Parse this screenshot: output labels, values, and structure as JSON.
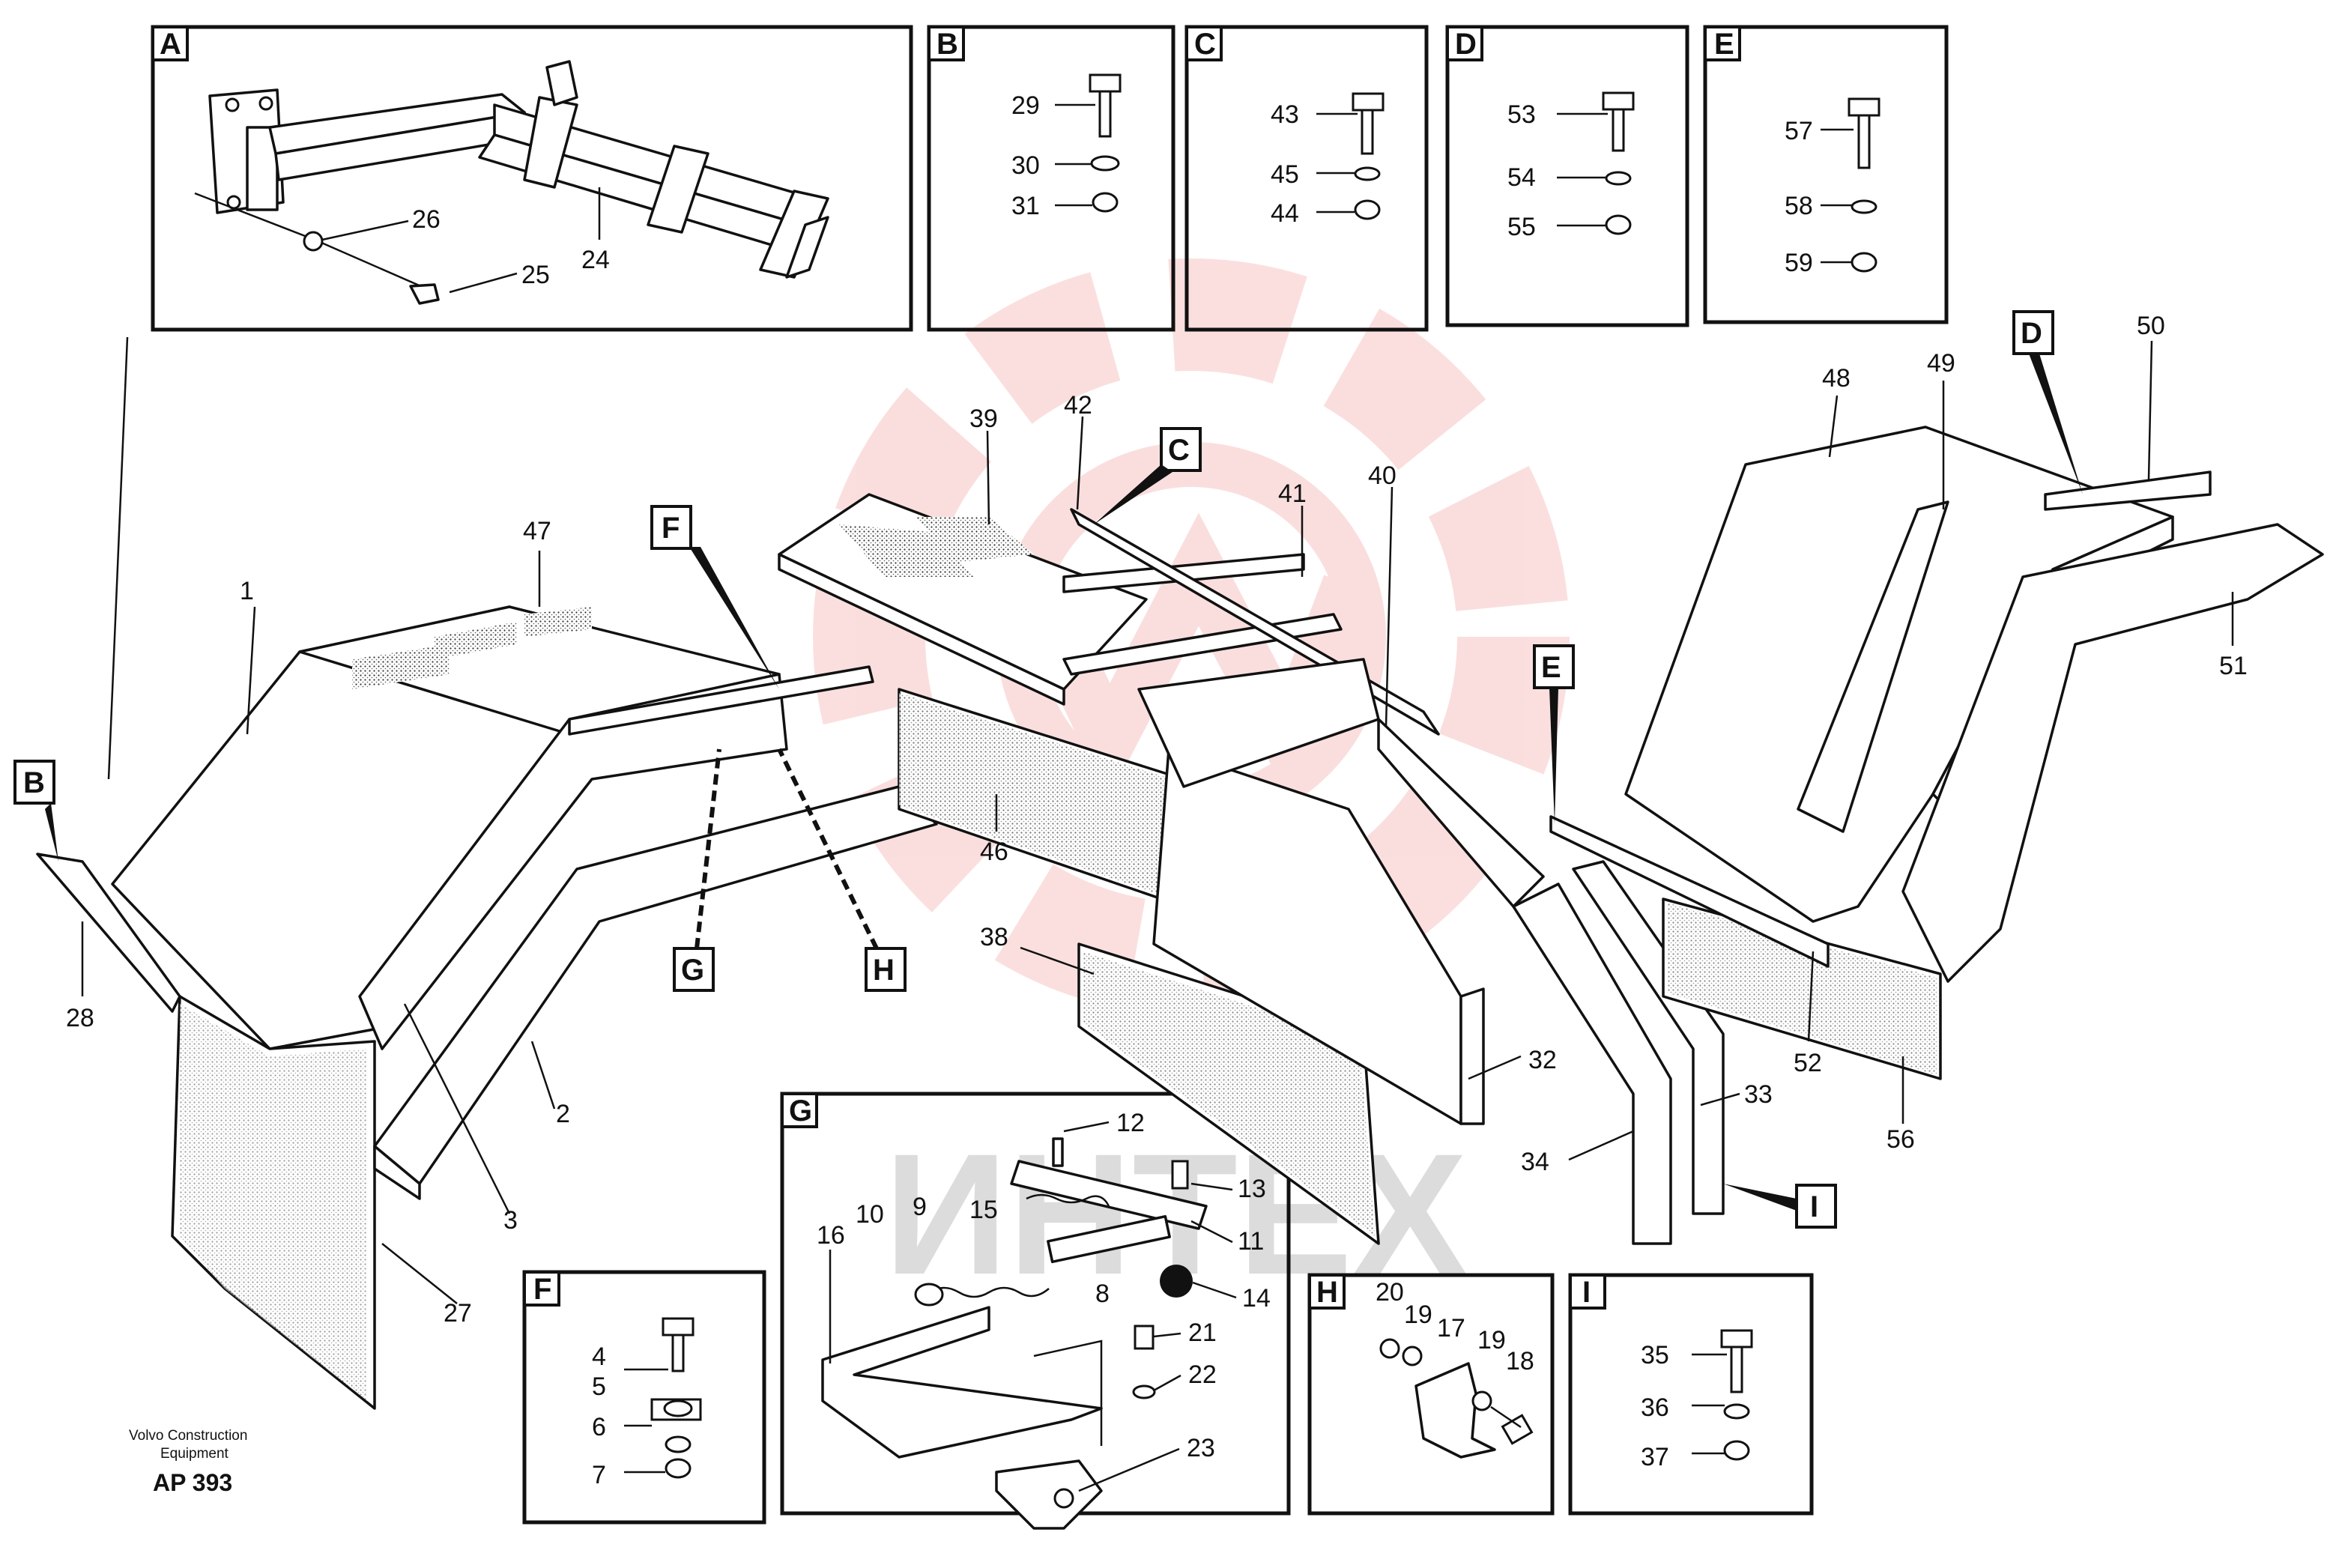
{
  "footer": {
    "manufacturer_line1": "Volvo Construction",
    "manufacturer_line2": "Equipment",
    "code": "AP 393"
  },
  "watermark": {
    "text": "ИНТЕХ",
    "color": "#f08c8c"
  },
  "detail_boxes": {
    "A": {
      "letter": "A",
      "labels": [
        "24",
        "25",
        "26"
      ]
    },
    "B": {
      "letter": "B",
      "labels": [
        "29",
        "30",
        "31"
      ]
    },
    "C": {
      "letter": "C",
      "labels": [
        "43",
        "45",
        "44"
      ]
    },
    "D": {
      "letter": "D",
      "labels": [
        "53",
        "54",
        "55"
      ]
    },
    "E": {
      "letter": "E",
      "labels": [
        "57",
        "58",
        "59"
      ]
    },
    "F": {
      "letter": "F",
      "labels": [
        "4",
        "5",
        "6",
        "7"
      ]
    },
    "G": {
      "letter": "G",
      "labels": [
        "12",
        "13",
        "11",
        "14",
        "15",
        "9",
        "10",
        "8",
        "16",
        "21",
        "22",
        "23"
      ]
    },
    "H": {
      "letter": "H",
      "labels": [
        "20",
        "19",
        "17",
        "19",
        "18"
      ]
    },
    "I": {
      "letter": "I",
      "labels": [
        "35",
        "36",
        "37"
      ]
    }
  },
  "callouts": {
    "B": "B",
    "F": "F",
    "G": "G",
    "H": "H",
    "C": "C",
    "D": "D",
    "E": "E",
    "I": "I"
  },
  "main_labels": [
    "1",
    "47",
    "2",
    "3",
    "27",
    "28",
    "39",
    "42",
    "41",
    "40",
    "46",
    "38",
    "32",
    "34",
    "33",
    "48",
    "49",
    "50",
    "51",
    "52",
    "56"
  ]
}
